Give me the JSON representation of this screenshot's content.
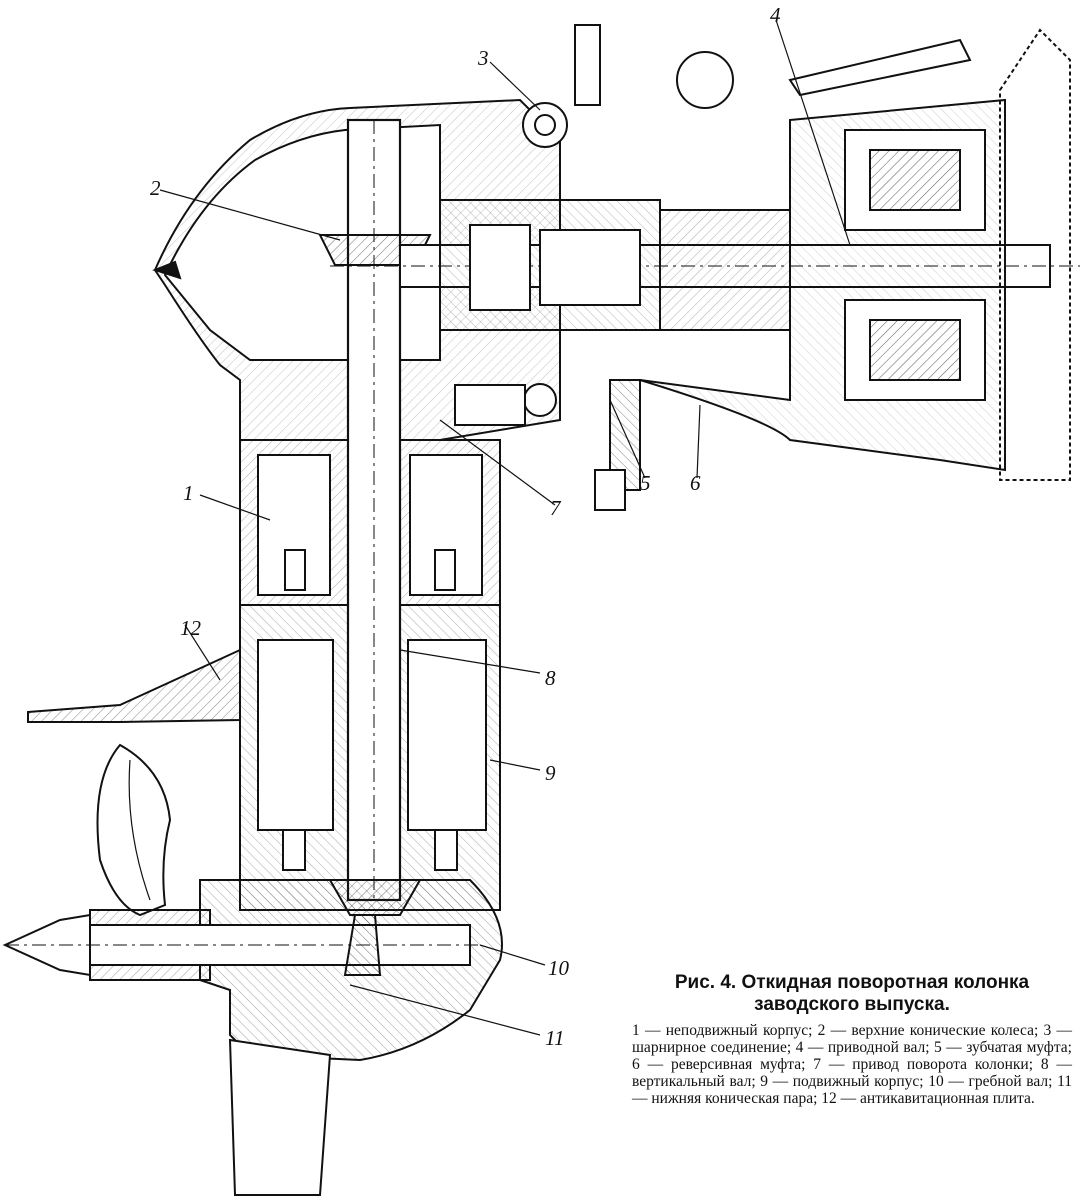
{
  "figure": {
    "caption_title": "Рис. 4. Откидная поворотная колонка заводского выпуска.",
    "legend": "1 — неподвижный корпус; 2 — верхние конические колеса; 3 — шарнирное соединение; 4 — приводной вал; 5 — зубчатая муфта; 6 — реверсивная муфта; 7 — привод поворота колонки; 8 — вертикальный вал; 9 — подвижный корпус; 10 — гребной вал; 11 — нижняя коническая пара; 12 — антикавитационная плита."
  },
  "callouts": [
    {
      "id": "1",
      "label": "1"
    },
    {
      "id": "2",
      "label": "2"
    },
    {
      "id": "3",
      "label": "3"
    },
    {
      "id": "4",
      "label": "4"
    },
    {
      "id": "5",
      "label": "5"
    },
    {
      "id": "6",
      "label": "6"
    },
    {
      "id": "7",
      "label": "7"
    },
    {
      "id": "8",
      "label": "8"
    },
    {
      "id": "9",
      "label": "9"
    },
    {
      "id": "10",
      "label": "10"
    },
    {
      "id": "11",
      "label": "11"
    },
    {
      "id": "12",
      "label": "12"
    }
  ]
}
